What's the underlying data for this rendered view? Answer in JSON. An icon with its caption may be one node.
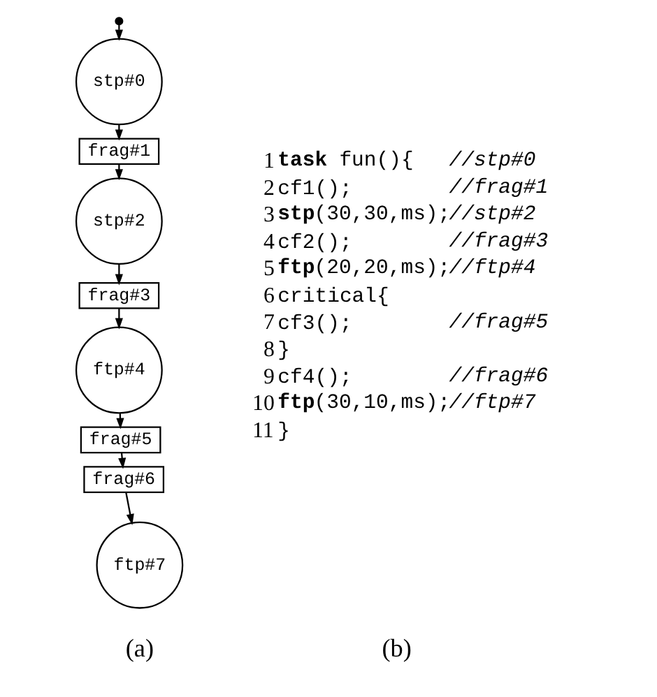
{
  "diagram": {
    "nodes": [
      {
        "text": [],
        "shape": "dot"
      },
      {
        "text": [
          "stp#0"
        ]
      },
      {
        "text": [
          "frag#1"
        ]
      },
      {
        "text": [
          "stp#2"
        ]
      },
      {
        "text": [
          "frag#3"
        ]
      },
      {
        "text": [
          "ftp#4"
        ]
      },
      {
        "text": [
          "frag#5"
        ]
      },
      {
        "text": [
          "frag#6"
        ]
      },
      {
        "text": [
          "ftp#7"
        ]
      }
    ],
    "edges": [
      {
        "from": 0,
        "to": 1,
        "arrow": "to"
      },
      {
        "from": 1,
        "to": 2,
        "arrow": "to"
      },
      {
        "from": 2,
        "to": 3,
        "arrow": "to"
      },
      {
        "from": 3,
        "to": 4,
        "arrow": "to"
      },
      {
        "from": 4,
        "to": 5,
        "arrow": "to"
      },
      {
        "from": 5,
        "to": 6,
        "arrow": "to"
      },
      {
        "from": 6,
        "to": 7,
        "arrow": "to"
      },
      {
        "from": 7,
        "to": 8,
        "arrow": "to"
      }
    ],
    "labels": [
      "1",
      "**task** fun(){",
      "//stp#0",
      "2",
      "cf1();",
      "//frag#1",
      "3",
      "**stp**(30,30,ms);",
      "//stp#2",
      "4",
      "cf2();",
      "//frag#3",
      "5",
      "**ftp**(20,20,ms);",
      "//ftp#4",
      "6",
      "critical{",
      "7",
      "cf3();",
      "//frag#5",
      "8",
      "}",
      "9",
      "cf4();",
      "//frag#6",
      "10",
      "**ftp**(30,10,ms);",
      "//ftp#7",
      "11",
      "}",
      "(a)",
      "(b)"
    ]
  }
}
